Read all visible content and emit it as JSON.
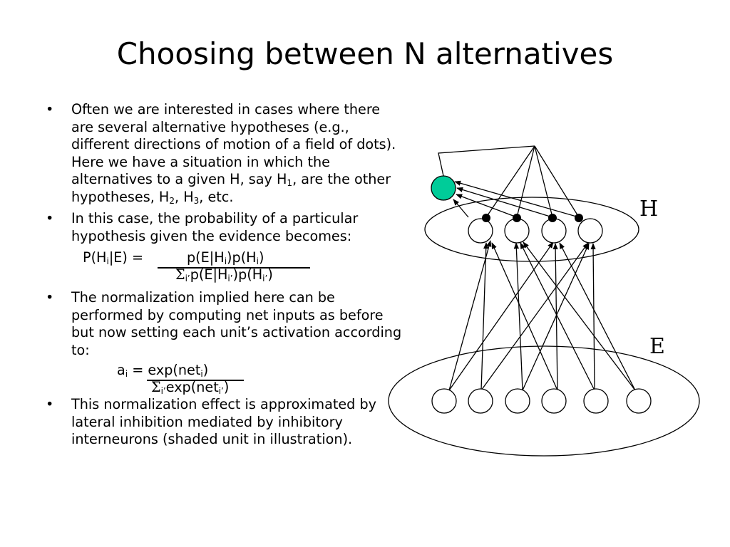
{
  "slide": {
    "title": "Choosing between N alternatives",
    "bullet_char": "•",
    "bullets": [
      {
        "text": "Often we are interested in cases where there are several alternative hypotheses (e.g., different directions of motion of a field of dots).  Here we have a situation in which the alternatives to a given H, say H",
        "sub1": "1",
        "text2": ", are the other hypotheses, H",
        "sub2": "2",
        "text3": ", H",
        "sub3": "3",
        "text4": ", etc."
      },
      {
        "text": "In this case, the probability of a particular hypothesis given the evidence becomes:"
      },
      {
        "text": "The normalization implied here can be performed by computing net inputs as before but now setting each unit’s activation according to:"
      },
      {
        "text": "This normalization effect is approximated by lateral inhibition mediated by inhibitory interneurons (shaded unit in illustration)."
      }
    ],
    "equation1": {
      "lhs_a": "P(H",
      "lhs_sub": "i",
      "lhs_b": "|E) =",
      "num_a": "p(E|H",
      "num_sub1": "i",
      "num_b": ")p(H",
      "num_sub2": "i",
      "num_c": ")",
      "den_sigma": "Σ",
      "den_sub0": "i’",
      "den_a": "p(E|H",
      "den_sub1": "i’",
      "den_b": ")p(H",
      "den_sub2": "i’",
      "den_c": ")"
    },
    "equation2": {
      "lhs_a": "a",
      "lhs_sub": "i",
      "lhs_b": " = exp(net",
      "lhs_sub2": "i",
      "lhs_c": ")",
      "den_sigma": "Σ",
      "den_sub0": "i’",
      "den_a": "exp(net",
      "den_sub1": "i’",
      "den_b": ")"
    }
  },
  "diagram": {
    "label_h": "H",
    "label_e": "E",
    "inhibitory_unit_color": "#00cc99",
    "h_unit_count": 4,
    "e_unit_count": 6
  }
}
